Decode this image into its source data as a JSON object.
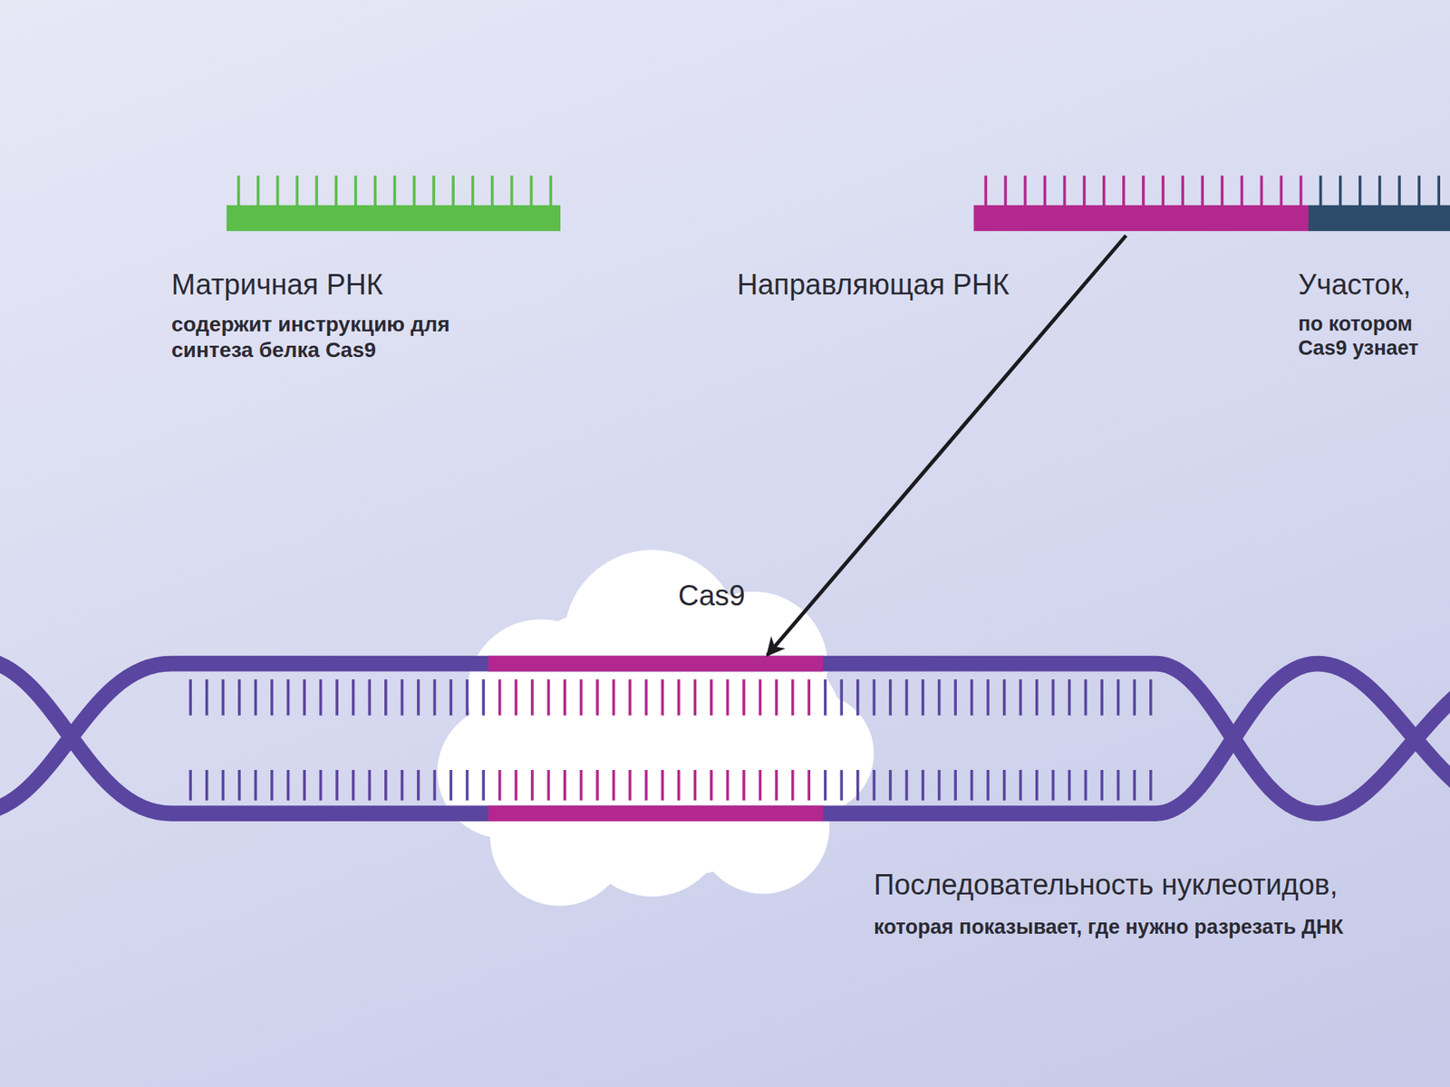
{
  "diagram": {
    "nodes": [
      {
        "text": [
          "Матричная РНК",
          "содержит инструкцию для синтеза белка Cas9"
        ]
      },
      {
        "text": [
          "Направляющая РНК"
        ]
      },
      {
        "text": [
          "Участок,",
          "по котором Cas9 узнает"
        ]
      },
      {
        "text": [
          "Cas9"
        ]
      },
      {
        "text": [
          "Последовательность нуклеотидов,",
          "которая показывает, где нужно разрезать ДНК"
        ]
      }
    ],
    "edges": [
      {
        "from": 1,
        "to": 4,
        "arrow": "to"
      }
    ]
  }
}
